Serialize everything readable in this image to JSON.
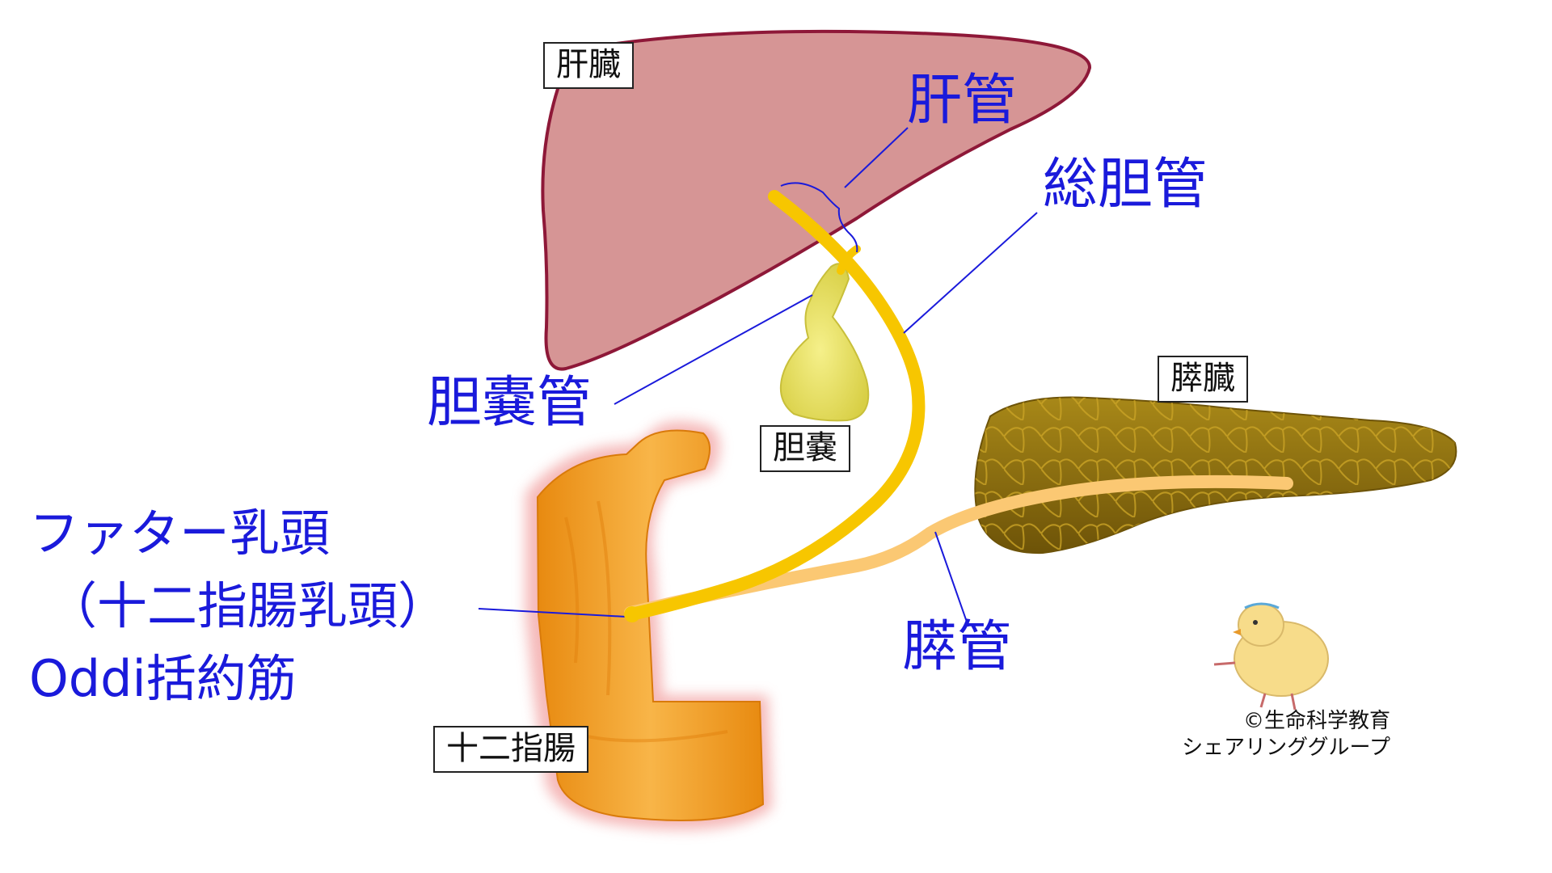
{
  "organs": {
    "liver": "肝臓",
    "gallbladder": "胆嚢",
    "pancreas": "膵臓",
    "duodenum": "十二指腸"
  },
  "ducts": {
    "hepatic_duct": "肝管",
    "common_bile_duct": "総胆管",
    "cystic_duct": "胆嚢管",
    "pancreatic_duct": "膵管"
  },
  "papilla": {
    "line1": "ファター乳頭",
    "line2": "（十二指腸乳頭）",
    "line3": "Oddi括約筋"
  },
  "credit": {
    "line1": "©生命科学教育",
    "line2": "シェアリンググループ"
  },
  "colors": {
    "label_blue": "#1a1adb",
    "liver_fill": "#d69595",
    "liver_edge": "#8e1838",
    "bile_duct": "#f7c600",
    "pancreatic_duct": "#fbc873",
    "gallbladder": "#e9e270",
    "pancreas": "#8a6e10",
    "duodenum": "#f5a430"
  }
}
